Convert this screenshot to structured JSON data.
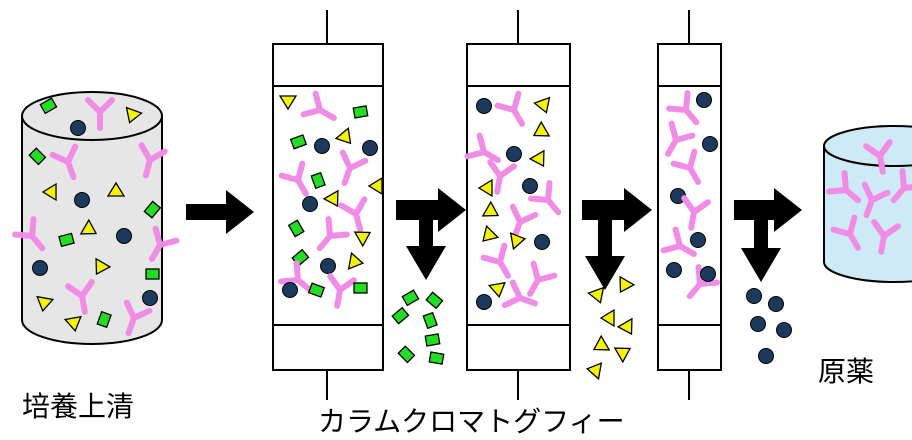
{
  "labels": {
    "culture": "培養上清",
    "chromatography": "カラムクロマトグフィー",
    "product": "原薬"
  },
  "colors": {
    "antibody": "#f08ce6",
    "green_particle": "#22dd22",
    "triangle": "#f4f400",
    "dark_particle": "#1c3a5c",
    "container_fill": "#e6e6e6",
    "product_fill": "#cdeaf6",
    "column_fill": "#ffffff",
    "arrow": "#000000"
  },
  "icons": [
    "culture-cylinder-icon",
    "chromatography-column-icon",
    "product-cylinder-icon",
    "process-arrow-icon",
    "down-turn-arrow-icon",
    "antibody-y-icon",
    "green-impurity-icon",
    "triangle-impurity-icon",
    "dark-impurity-icon"
  ]
}
